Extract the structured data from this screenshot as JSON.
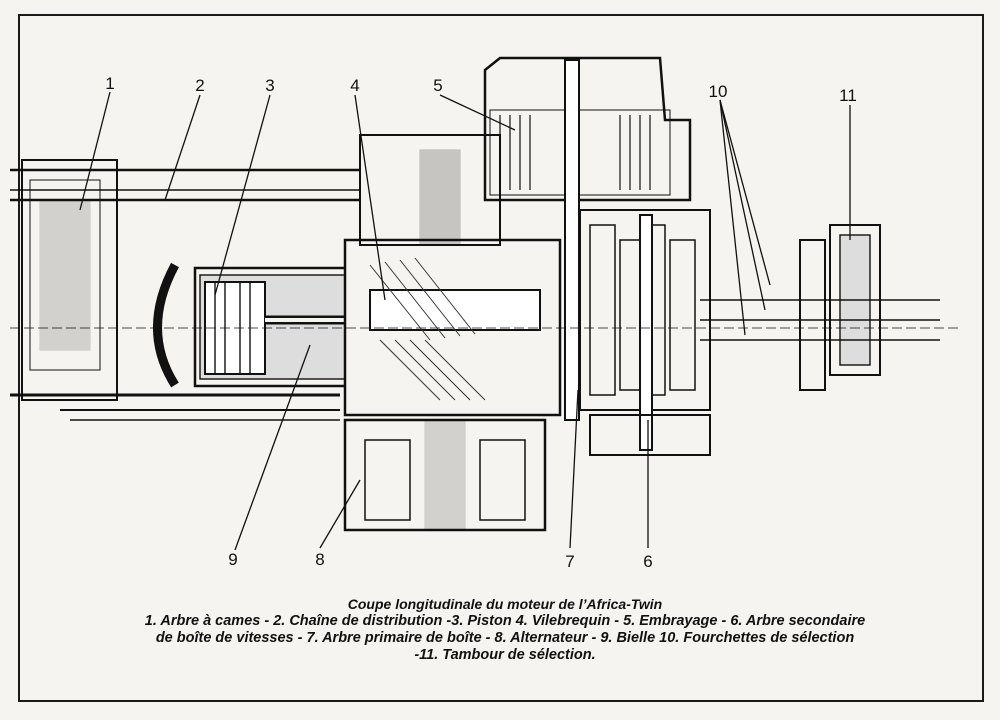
{
  "figure": {
    "callouts": [
      {
        "id": "1",
        "label": "1"
      },
      {
        "id": "2",
        "label": "2"
      },
      {
        "id": "3",
        "label": "3"
      },
      {
        "id": "4",
        "label": "4"
      },
      {
        "id": "5",
        "label": "5"
      },
      {
        "id": "10",
        "label": "10"
      },
      {
        "id": "11",
        "label": "11"
      },
      {
        "id": "9",
        "label": "9"
      },
      {
        "id": "8",
        "label": "8"
      },
      {
        "id": "7",
        "label": "7"
      },
      {
        "id": "6",
        "label": "6"
      }
    ]
  },
  "caption": {
    "title": "Coupe longitudinale du moteur de l’Africa-Twin",
    "line1": "1. Arbre à cames - 2. Chaîne de distribution -3. Piston 4. Vilebrequin - 5. Embrayage - 6. Arbre secondaire",
    "line2": "de boîte de vitesses - 7. Arbre primaire de boîte - 8. Alternateur - 9. Bielle 10. Fourchettes de sélection",
    "line3": "-11. Tambour de sélection."
  }
}
